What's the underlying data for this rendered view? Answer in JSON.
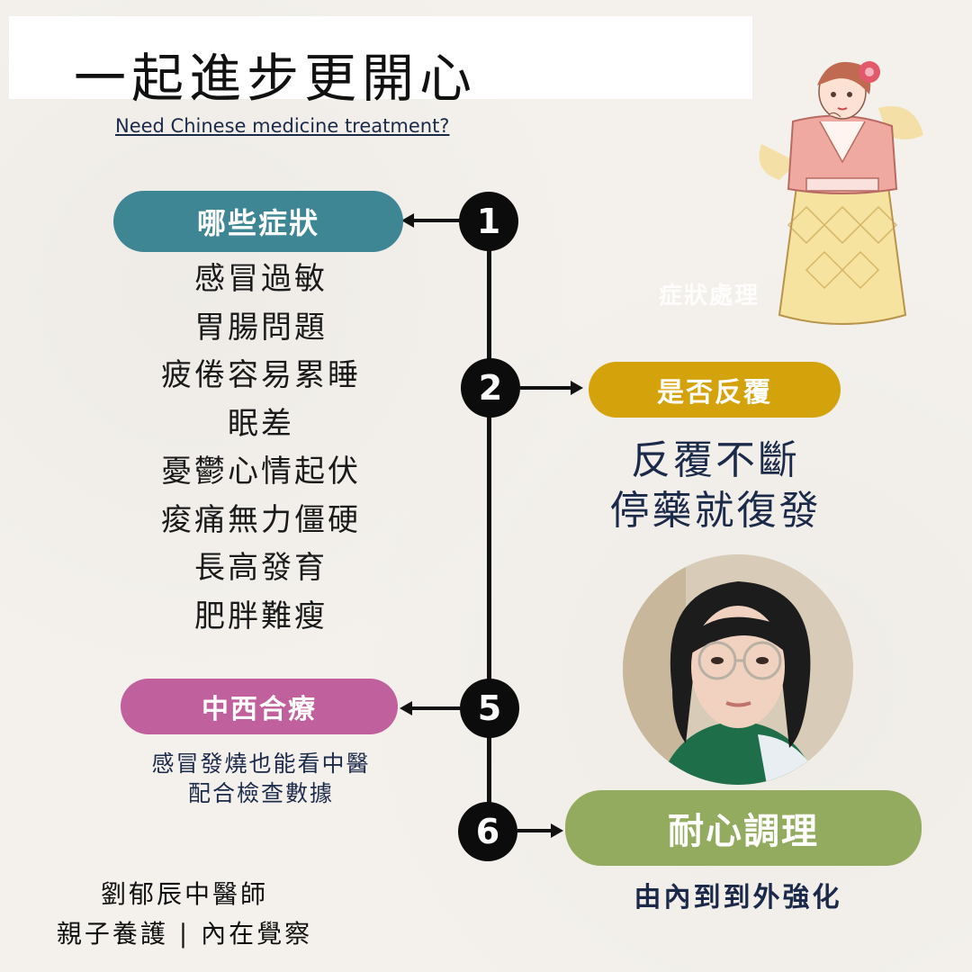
{
  "header": {
    "title": "一起進步更開心",
    "subtitle": "Need Chinese medicine treatment?"
  },
  "steps": {
    "step1": {
      "number": "1",
      "label": "哪些症狀",
      "color": "#3f8695"
    },
    "step2": {
      "number": "2",
      "label": "是否反覆",
      "color": "#d4a20a"
    },
    "step5": {
      "number": "5",
      "label": "中西合療",
      "color": "#c0609c"
    },
    "step6": {
      "number": "6",
      "label": "耐心調理",
      "color": "#93ab5e"
    }
  },
  "symptoms": [
    "感冒過敏",
    "胃腸問題",
    "疲倦容易累睡",
    "眠差",
    "憂鬱心情起伏",
    "痠痛無力僵硬",
    "長高發育",
    "肥胖難瘦"
  ],
  "recurrence": {
    "line1": "反覆不斷",
    "line2": "停藥就復發"
  },
  "integration": {
    "line1": "感冒發燒也能看中醫",
    "line2": "配合檢查數據"
  },
  "care": {
    "text": "由內到到外強化"
  },
  "signature": {
    "line1": "劉郁辰中醫師",
    "line2": "親子養護 | 內在覺察"
  },
  "overlay": {
    "faint_text": "症狀處理"
  },
  "icons": {
    "illustration": "illustration-lady-in-hanfu",
    "photo": "doctor-portrait-photo"
  }
}
